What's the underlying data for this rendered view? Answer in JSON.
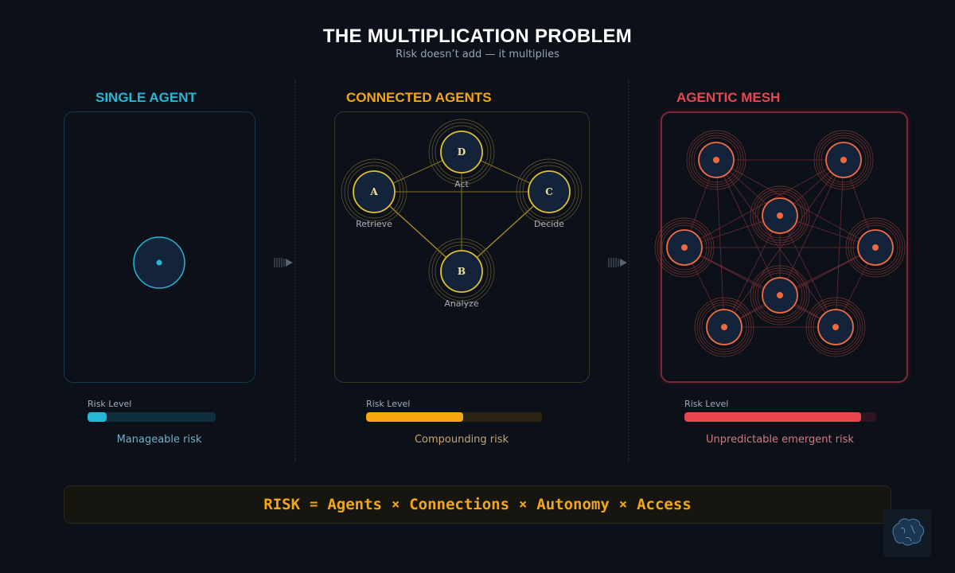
{
  "header": {
    "title": "THE MULTIPLICATION PROBLEM",
    "subtitle": "Risk doesn’t add — it multiplies"
  },
  "columns": [
    {
      "title": "SINGLE AGENT",
      "color": "#22b8d6",
      "risk_label": "Risk Level",
      "risk_level": 0.15,
      "caption": "Manageable risk",
      "caption_color": "#6cb3c9"
    },
    {
      "title": "CONNECTED AGENTS",
      "color": "#f5a70f",
      "risk_label": "Risk Level",
      "risk_level": 0.55,
      "caption": "Compounding risk",
      "caption_color": "#c9a56c",
      "nodes": [
        {
          "letter": "A",
          "label": "Retrieve"
        },
        {
          "letter": "B",
          "label": "Analyze"
        },
        {
          "letter": "C",
          "label": "Decide"
        },
        {
          "letter": "D",
          "label": "Act"
        }
      ]
    },
    {
      "title": "AGENTIC MESH",
      "color": "#e8474f",
      "risk_label": "Risk Level",
      "risk_level": 0.92,
      "caption": "Unpredictable emergent risk",
      "caption_color": "#d07a86"
    }
  ],
  "formula": {
    "terms": [
      "RISK",
      "Agents",
      "Connections",
      "Autonomy",
      "Access"
    ],
    "equals": "=",
    "times": "×"
  },
  "icons": [
    "arrow-right-icon",
    "brain-icon"
  ]
}
